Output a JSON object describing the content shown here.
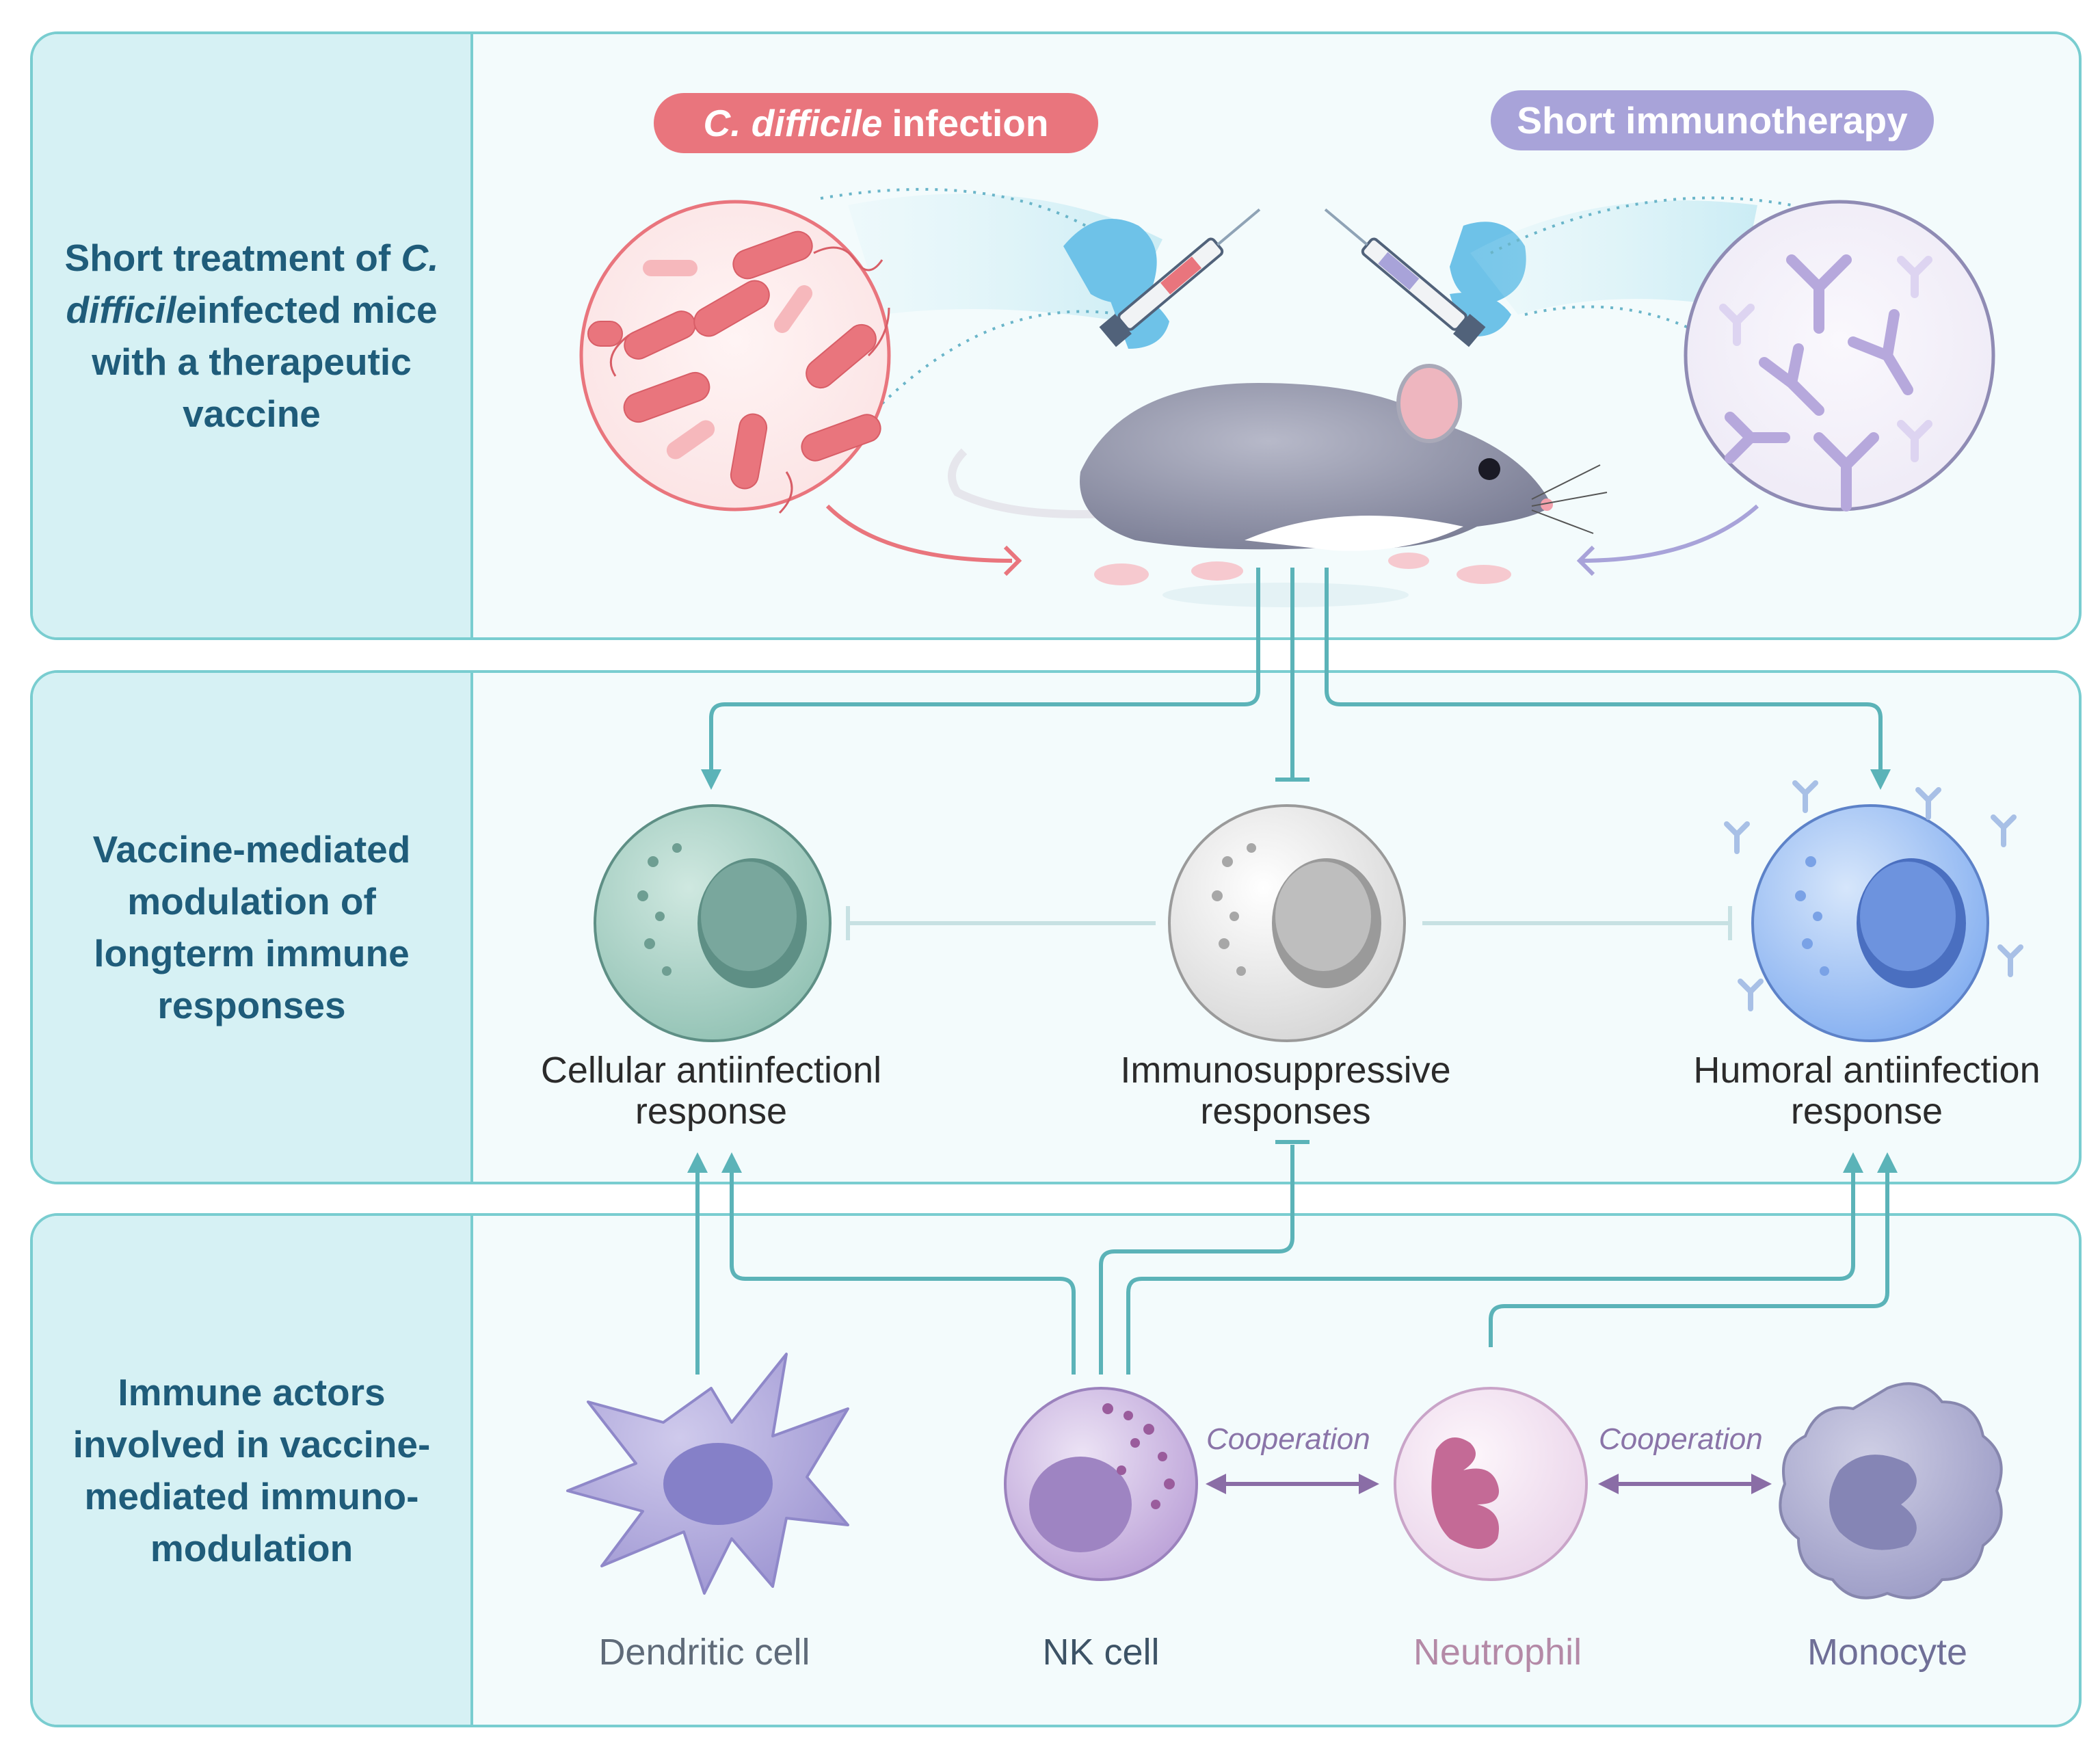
{
  "panels": [
    {
      "prefix": "Short treatment of",
      "italic": "C. difficile",
      "suffix": "infected mice with a therapeutic vaccine"
    },
    {
      "text": "Vaccine-mediated modulation of longterm immune responses"
    },
    {
      "text": "Immune actors involved in vaccine-mediated immuno-modulation"
    }
  ],
  "top": {
    "infection_italic": "C. difficile",
    "infection_rest": "infection",
    "immunotherapy": "Short immunotherapy"
  },
  "responses": {
    "cellular": "Cellular antiinfectionl response",
    "immunosuppressive": "Immunosuppressive responses",
    "humoral": "Humoral antiinfection response"
  },
  "cells": {
    "dendritic": "Dendritic cell",
    "nk": "NK cell",
    "neutrophil": "Neutrophil",
    "monocyte": "Monocyte"
  },
  "cooperation": [
    "Cooperation",
    "Cooperation"
  ],
  "colors": {
    "teal": "#5bb3b8",
    "panel_border": "#79cdd0",
    "infection": "#e9757d",
    "immunotherapy": "#a8a3d9",
    "purple_arrow": "#8a6da6"
  }
}
